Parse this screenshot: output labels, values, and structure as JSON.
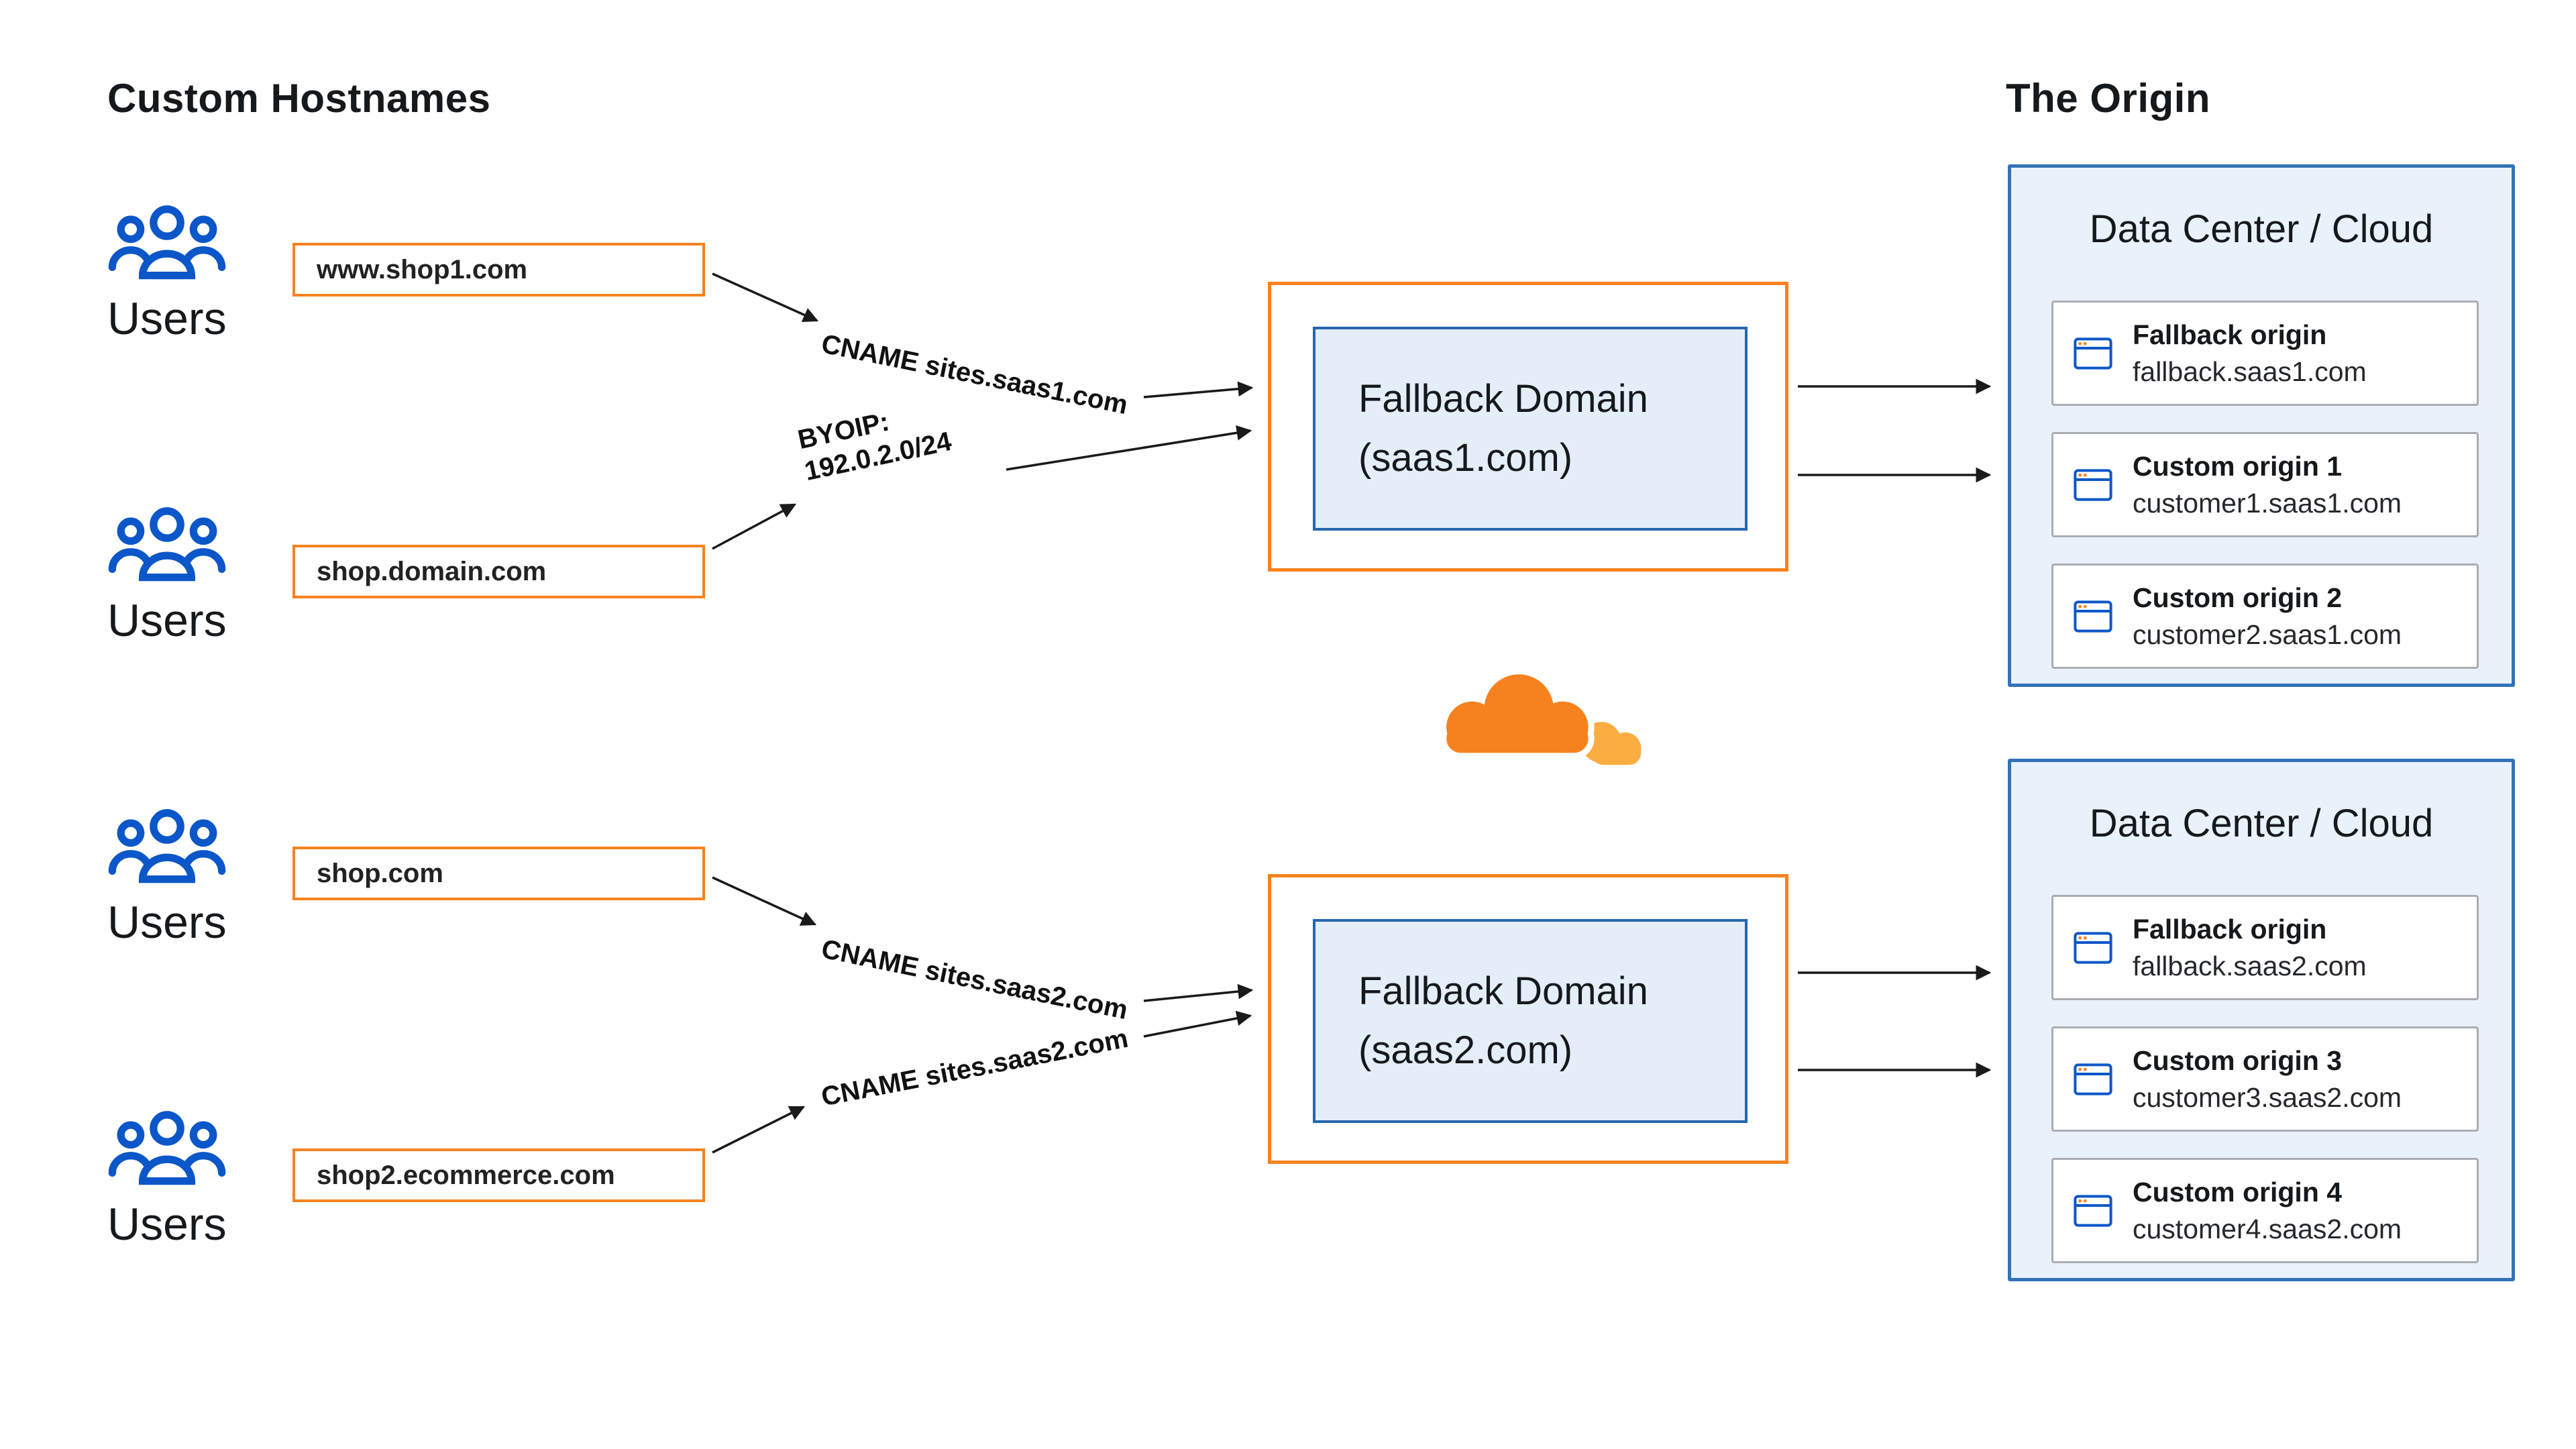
{
  "titles": {
    "left": "Custom Hostnames",
    "right": "The Origin"
  },
  "users_label": "Users",
  "hostnames": [
    "www.shop1.com",
    "shop.domain.com",
    "shop.com",
    "shop2.ecommerce.com"
  ],
  "arrow_labels": {
    "cname_saas1": "CNAME sites.saas1.com",
    "byoip_line1": "BYOIP:",
    "byoip_line2": "192.0.2.0/24",
    "cname_saas2_upper": "CNAME sites.saas2.com",
    "cname_saas2_lower": "CNAME sites.saas2.com"
  },
  "fallbacks": [
    {
      "line1": "Fallback Domain",
      "line2": "(saas1.com)"
    },
    {
      "line1": "Fallback Domain",
      "line2": "(saas2.com)"
    }
  ],
  "origin_panels": [
    {
      "title": "Data Center / Cloud",
      "cards": [
        {
          "title": "Fallback origin",
          "subtitle": "fallback.saas1.com"
        },
        {
          "title": "Custom origin 1",
          "subtitle": "customer1.saas1.com"
        },
        {
          "title": "Custom origin 2",
          "subtitle": "customer2.saas1.com"
        }
      ]
    },
    {
      "title": "Data Center / Cloud",
      "cards": [
        {
          "title": "Fallback origin",
          "subtitle": "fallback.saas2.com"
        },
        {
          "title": "Custom origin 3",
          "subtitle": "customer3.saas2.com"
        },
        {
          "title": "Custom origin 4",
          "subtitle": "customer4.saas2.com"
        }
      ]
    }
  ],
  "colors": {
    "orange": "#F6821F",
    "light_orange": "#FBAD41",
    "blue": "#0B57C9",
    "panel_border_blue": "#3273B8",
    "panel_fill": "#E9F2FB",
    "inner_fill": "#E4EEF9",
    "arrow": "#1a1a1a"
  }
}
